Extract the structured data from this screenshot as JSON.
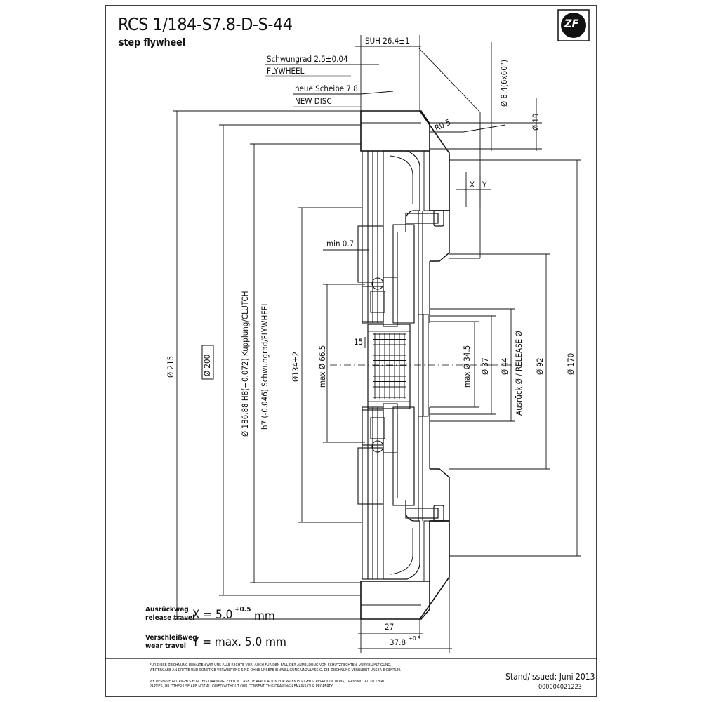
{
  "title": "RCS 1/184-S7.8-D-S-44",
  "subtitle": "step flywheel",
  "logo": "ZF",
  "dims": {
    "suh": "SUH 26.4±1",
    "schwungrad": "Schwungrad 2.5±0.04",
    "flywheel": "FLYWHEEL",
    "neue_scheibe": "neue Scheibe 7.8",
    "new_disc": "NEW DISC",
    "bolt": "Ø 8.4(6x60°)",
    "r05": "R0.5",
    "d19": "Ø 19",
    "x": "X",
    "y": "Y",
    "min07": "min 0.7",
    "n15": "15",
    "d215": "Ø 215",
    "d200": "Ø 200",
    "d18688": "Ø 186.88 H8(+0.072) Kupplung/CLUTCH",
    "h7": "h7 (-0.046) Schwungrad/FLYWHEEL",
    "d134": "Ø134±2",
    "d665": "max Ø 66.5",
    "d345": "max Ø 34.5",
    "d37": "Ø 37",
    "d44": "Ø 44",
    "release": "Ausrück Ø / RELEASE Ø",
    "d92": "Ø 92",
    "d170": "Ø 170",
    "n27": "27",
    "n378": "37.8",
    "n378_tol": "+0.5"
  },
  "notes": {
    "release_de": "Ausrückweg",
    "release_en": "release travel",
    "release_formula": "X = 5.0",
    "release_tol": "+0.5",
    "release_unit": "mm",
    "wear_de": "Verschleißweg",
    "wear_en": "wear travel",
    "wear_formula": "Y = max. 5.0 mm"
  },
  "legal": {
    "line1": "FÜR DIESE ZEICHNUNG BEHALTEN WIR UNS ALLE RECHTE VOR, AUCH FÜR DEN FALL DER ANMELDUNG VON SCHUTZRECHTEN. VERVIELFÄLTIGUNG,",
    "line2": "WEITERGABE AN DRITTE UND SONSTIGE VERWERTUNG SIND OHNE UNSERE EINWILLIGUNG UNZULÄSSIG. DIE ZEICHNUNG VERBLEIBT UNSER EIGENTUM.",
    "line3": "WE RESERVE ALL RIGHTS FOR THIS DRAWING, EVEN IN CASE OF APPLICATION FOR PATENTS RIGHTS. REPRODUCTIONS, TRANSMITTAL TO THIRD",
    "line4": "PARTIES, OR OTHER USE ARE NOT ALLOWED WITHOUT OUR CONSENT. THIS DRAWING REMAINS OUR PROPERTY."
  },
  "footer": {
    "stand": "Stand/issued: Juni 2013",
    "docno": "000004021223"
  }
}
